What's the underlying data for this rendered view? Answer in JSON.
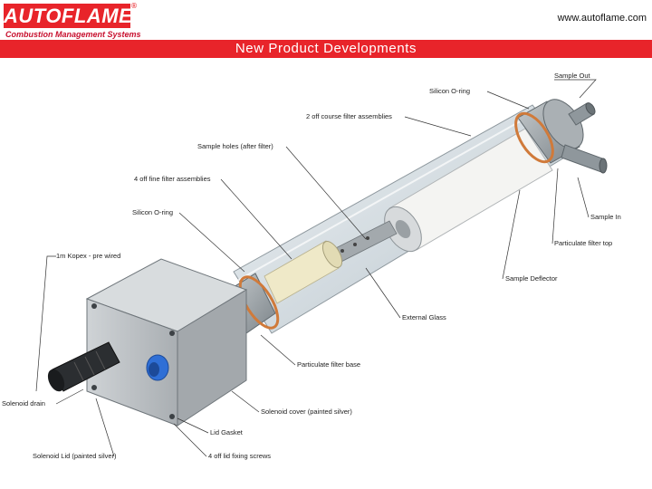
{
  "header": {
    "logo_text": "AUTOFLAME",
    "logo_registered": "®",
    "logo_tagline": "Combustion Management Systems",
    "website": "www.autoflame.com",
    "title": "New Product Developments"
  },
  "diagram": {
    "labels": {
      "sample_out": "Sample Out",
      "silicon_oring_top": "Silicon O-ring",
      "coarse_filters": "2 off course filter assemblies",
      "sample_holes": "Sample holes (after filter)",
      "fine_filters": "4 off fine filter assemblies",
      "silicon_oring_mid": "Silicon O-ring",
      "kopex": "1m Kopex - pre wired",
      "sample_in": "Sample In",
      "filter_top": "Particulate filter top",
      "sample_deflector": "Sample Deflector",
      "external_glass": "External Glass",
      "filter_base": "Particulate filter base",
      "solenoid_drain": "Solenoid drain",
      "solenoid_cover": "Solenoid cover (painted silver)",
      "lid_gasket": "Lid Gasket",
      "solenoid_lid": "Solenoid Lid (painted silver)",
      "fixing_screws": "4 off lid fixing screws"
    }
  },
  "colors": {
    "brand_red": "#e8242a",
    "glass": "#d9e1e6",
    "metal": "#9aa1a6",
    "box": "#b9bec2",
    "blue_fitting": "#2f6fd6",
    "orange_oring": "#d07a3a"
  }
}
